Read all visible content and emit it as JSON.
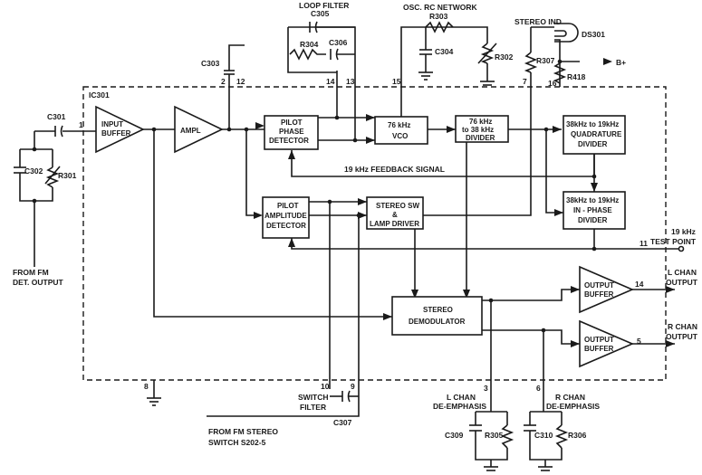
{
  "chip": {
    "name": "IC301"
  },
  "blocks": {
    "input_buffer": [
      "INPUT",
      "BUFFER"
    ],
    "ampl": [
      "AMPL"
    ],
    "pilot_phase_detector": [
      "PILOT",
      "PHASE",
      "DETECTOR"
    ],
    "vco": [
      "76 kHz",
      "VCO"
    ],
    "divider_76_38": [
      "76 kHz",
      "to 38 kHz",
      "DIVIDER"
    ],
    "quadrature_divider": [
      "38kHz to 19kHz",
      "QUADRATURE",
      "DIVIDER"
    ],
    "inphase_divider": [
      "38kHz to 19kHz",
      "IN - PHASE",
      "DIVIDER"
    ],
    "pilot_amplitude_detector": [
      "PILOT",
      "AMPLITUDE",
      "DETECTOR"
    ],
    "stereo_sw_lamp_driver": [
      "STEREO SW",
      "&",
      "LAMP DRIVER"
    ],
    "stereo_demodulator": [
      "STEREO",
      "DEMODULATOR"
    ],
    "output_buffer_l": [
      "OUTPUT",
      "BUFFER"
    ],
    "output_buffer_r": [
      "OUTPUT",
      "BUFFER"
    ]
  },
  "labels": {
    "loop_filter": "LOOP FILTER",
    "osc_rc_network": "OSC. RC NETWORK",
    "stereo_ind": "STEREO IND",
    "feedback_signal": "19 kHz FEEDBACK SIGNAL",
    "test_point_1": "19 kHz",
    "test_point_2": "TEST POINT",
    "from_fm_1": "FROM FM",
    "from_fm_2": "DET. OUTPUT",
    "from_stereo_switch_1": "FROM FM STEREO",
    "from_stereo_switch_2": "SWITCH S202-5",
    "switch_filter_1": "SWITCH",
    "switch_filter_2": "FILTER",
    "l_chan_out_1": "L CHAN",
    "l_chan_out_2": "OUTPUT",
    "r_chan_out_1": "R CHAN",
    "r_chan_out_2": "OUTPUT",
    "l_deemph_1": "L CHAN",
    "l_deemph_2": "DE-EMPHASIS",
    "r_deemph_1": "R CHAN",
    "r_deemph_2": "DE-EMPHASIS",
    "b_plus": "B+"
  },
  "components": {
    "c301": "C301",
    "c302": "C302",
    "r301": "R301",
    "c303": "C303",
    "c305": "C305",
    "c306": "C306",
    "r304": "R304",
    "r303": "R303",
    "c304": "C304",
    "r302": "R302",
    "r307": "R307",
    "r418": "R418",
    "ds301": "DS301",
    "c307": "C307",
    "c309": "C309",
    "r305": "R305",
    "c310": "C310",
    "r306": "R306"
  },
  "pins": {
    "p1": "1",
    "p2": "2",
    "p12": "12",
    "p14a": "14",
    "p13": "13",
    "p15": "15",
    "p7": "7",
    "p16": "16",
    "p8": "8",
    "p10": "10",
    "p9": "9",
    "p3": "3",
    "p6": "6",
    "p11": "11",
    "p14b": "14",
    "p5": "5"
  }
}
